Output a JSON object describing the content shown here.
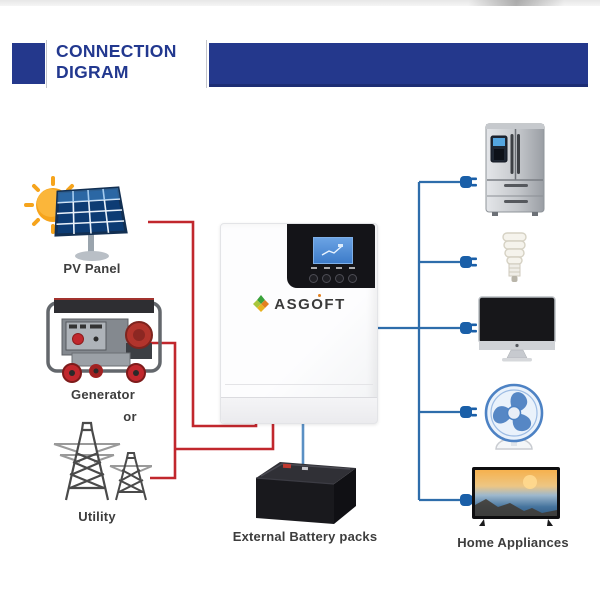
{
  "header": {
    "title_line1": "CONNECTION",
    "title_line2": "DIGRAM"
  },
  "sources": [
    {
      "id": "pv-panel",
      "label": "PV Panel"
    },
    {
      "id": "generator",
      "label": "Generator"
    },
    {
      "id": "utility",
      "label": "Utility"
    }
  ],
  "or_label": "or",
  "inverter": {
    "brand": "ASGOFT",
    "display": "lcd-screen"
  },
  "battery": {
    "label": "External Battery packs"
  },
  "appliances": {
    "label": "Home Appliances",
    "items": [
      {
        "name": "refrigerator"
      },
      {
        "name": "cfl-bulb"
      },
      {
        "name": "computer-monitor"
      },
      {
        "name": "desk-fan"
      },
      {
        "name": "television"
      }
    ]
  },
  "colors": {
    "header_blue": "#24388c",
    "title_text": "#22388f",
    "line_red": "#c1272d",
    "line_blue": "#2e6dab",
    "battery_line_blue": "#5a90c4",
    "plug_blue": "#1a5fa8",
    "label_gray": "#3d3d3d",
    "screen_blue": "#4f8fdc",
    "sun_orange": "#f6a41c",
    "fan_blue": "#4a7fc1",
    "logo_green": "#3aa23a",
    "logo_orange": "#e2801f"
  }
}
